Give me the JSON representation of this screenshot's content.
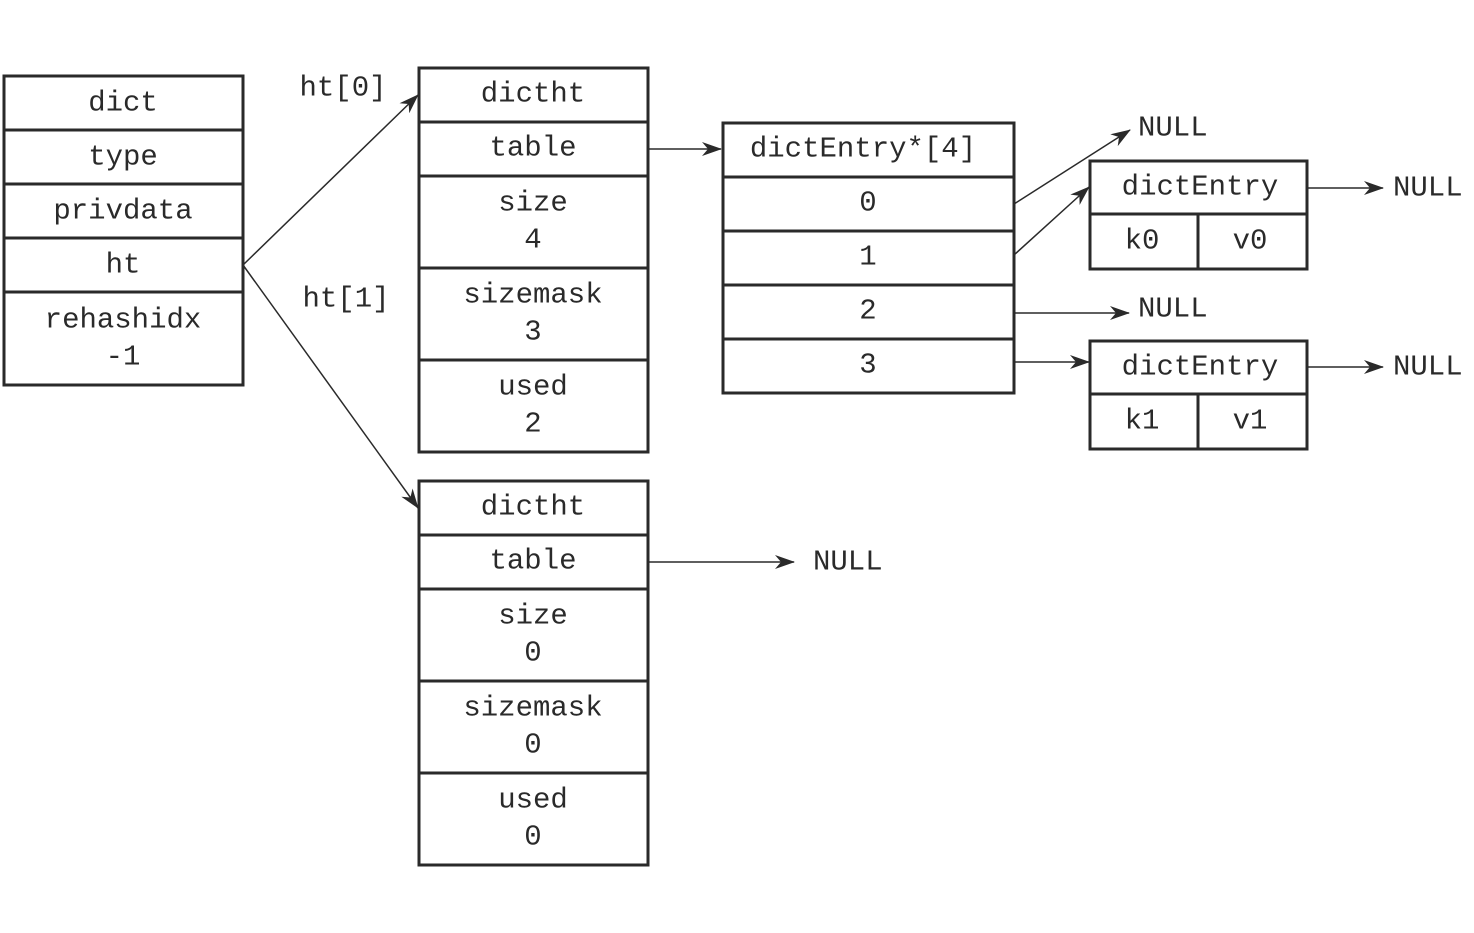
{
  "dict": {
    "title": "dict",
    "type": "type",
    "privdata": "privdata",
    "ht": "ht",
    "rehashidx": {
      "name": "rehashidx",
      "value": "-1"
    }
  },
  "pointer_labels": {
    "ht0": "ht[0]",
    "ht1": "ht[1]"
  },
  "ht0": {
    "title": "dictht",
    "table": "table",
    "size": {
      "name": "size",
      "value": "4"
    },
    "sizemask": {
      "name": "sizemask",
      "value": "3"
    },
    "used": {
      "name": "used",
      "value": "2"
    }
  },
  "ht1": {
    "title": "dictht",
    "table": "table",
    "table_target": "NULL",
    "size": {
      "name": "size",
      "value": "0"
    },
    "sizemask": {
      "name": "sizemask",
      "value": "0"
    },
    "used": {
      "name": "used",
      "value": "0"
    }
  },
  "bucket_array": {
    "title": "dictEntry*[4]",
    "slots": [
      "0",
      "1",
      "2",
      "3"
    ],
    "slot0_target": "NULL",
    "slot2_target": "NULL"
  },
  "entry0": {
    "title": "dictEntry",
    "key": "k0",
    "value": "v0",
    "next": "NULL"
  },
  "entry1": {
    "title": "dictEntry",
    "key": "k1",
    "value": "v1",
    "next": "NULL"
  }
}
